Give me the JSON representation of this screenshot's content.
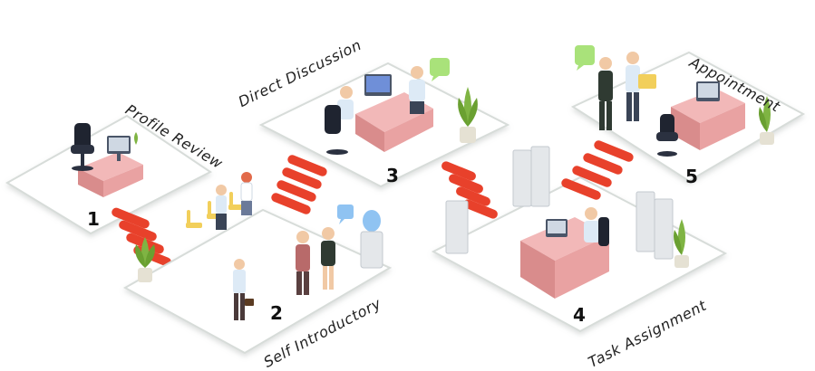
{
  "steps": [
    {
      "number": "1",
      "label": "Profile Review"
    },
    {
      "number": "2",
      "label": "Self Introductory"
    },
    {
      "number": "3",
      "label": "Direct Discussion"
    },
    {
      "number": "4",
      "label": "Task Assignment"
    },
    {
      "number": "5",
      "label": "Appointment"
    }
  ],
  "colors": {
    "platform": "#ffffff",
    "platform_edge": "#d7dcd9",
    "stairs": "#e8412b",
    "desk": "#e9a2a2",
    "desk_dark": "#c97a7a",
    "cabinet": "#e4e7ea",
    "plant": "#7fb443",
    "chat_green": "#a9e27a",
    "chat_blue": "#8fc3f2",
    "shirt": "#ddeaf6",
    "suit": "#3a4456"
  }
}
